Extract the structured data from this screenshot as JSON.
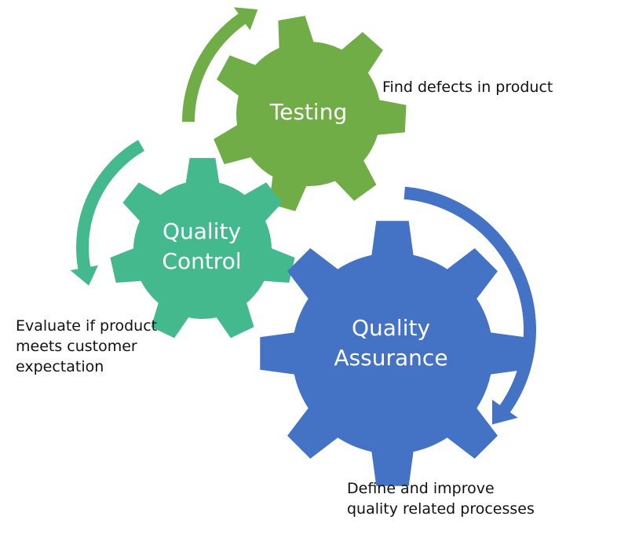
{
  "gears": {
    "testing": {
      "label": "Testing",
      "color": "#70AD47"
    },
    "quality_control": {
      "label_line1": "Quality",
      "label_line2": "Control",
      "color": "#45B98E"
    },
    "quality_assurance": {
      "label_line1": "Quality",
      "label_line2": "Assurance",
      "color": "#4472C4"
    }
  },
  "notes": {
    "testing": "Find defects in product",
    "quality_control": [
      "Evaluate if product",
      "meets customer",
      "expectation"
    ],
    "quality_assurance": [
      "Define and improve",
      "quality related processes"
    ]
  }
}
